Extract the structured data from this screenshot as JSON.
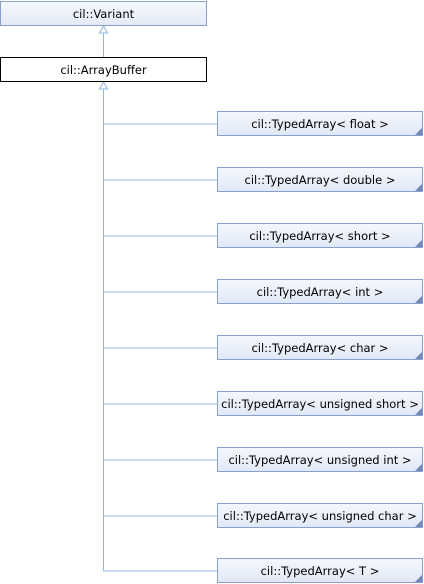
{
  "diagram": {
    "base_class": "cil::Variant",
    "current_class": "cil::ArrayBuffer",
    "derived_classes": [
      "cil::TypedArray< float >",
      "cil::TypedArray< double >",
      "cil::TypedArray< short >",
      "cil::TypedArray< int >",
      "cil::TypedArray< char >",
      "cil::TypedArray< unsigned short >",
      "cil::TypedArray< unsigned int >",
      "cil::TypedArray< unsigned char >",
      "cil::TypedArray< T >"
    ],
    "colors": {
      "edge": "#8fb4dd",
      "node_border": "#8a9fcb",
      "current_border": "#000000"
    }
  }
}
